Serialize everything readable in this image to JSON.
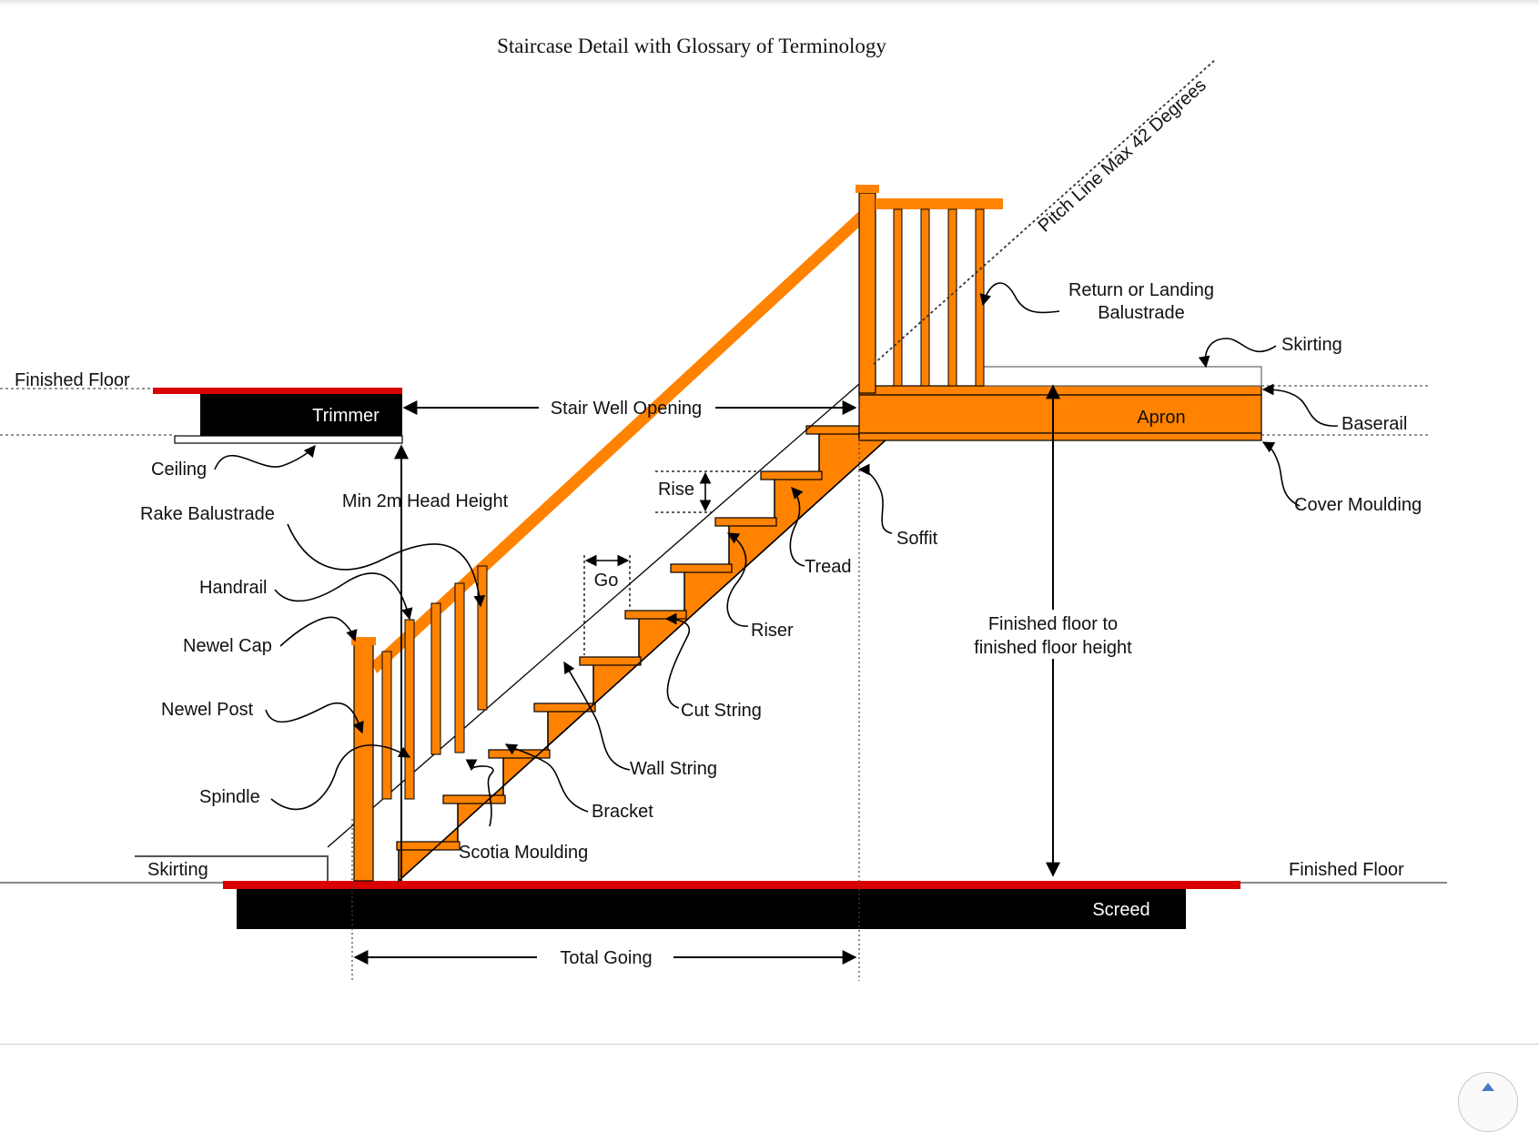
{
  "diagram": {
    "title": "Staircase Detail with Glossary of Terminology",
    "pitch_label": "Pitch Line Max 42 Degrees",
    "colors": {
      "timber": "#ff8200",
      "floor_finish": "#d80000",
      "solid": "#000000",
      "line": "#000000"
    },
    "labels": {
      "finished_floor_upper": "Finished Floor",
      "trimmer": "Trimmer",
      "ceiling": "Ceiling",
      "stair_well_opening": "Stair Well Opening",
      "min_head_height": "Min 2m Head Height",
      "rake_balustrade": "Rake Balustrade",
      "handrail": "Handrail",
      "newel_cap": "Newel Cap",
      "newel_post": "Newel Post",
      "spindle": "Spindle",
      "skirting_lower": "Skirting",
      "rise": "Rise",
      "go": "Go",
      "tread": "Tread",
      "riser": "Riser",
      "cut_string": "Cut String",
      "wall_string": "Wall String",
      "bracket": "Bracket",
      "scotia_moulding": "Scotia Moulding",
      "soffit": "Soffit",
      "return_balustrade_line1": "Return or Landing",
      "return_balustrade_line2": "Balustrade",
      "skirting_upper": "Skirting",
      "apron": "Apron",
      "baserail": "Baserail",
      "cover_moulding": "Cover Moulding",
      "ff_height_line1": "Finished floor to",
      "ff_height_line2": "finished floor height",
      "finished_floor_lower": "Finished Floor",
      "screed": "Screed",
      "total_going": "Total Going"
    }
  }
}
